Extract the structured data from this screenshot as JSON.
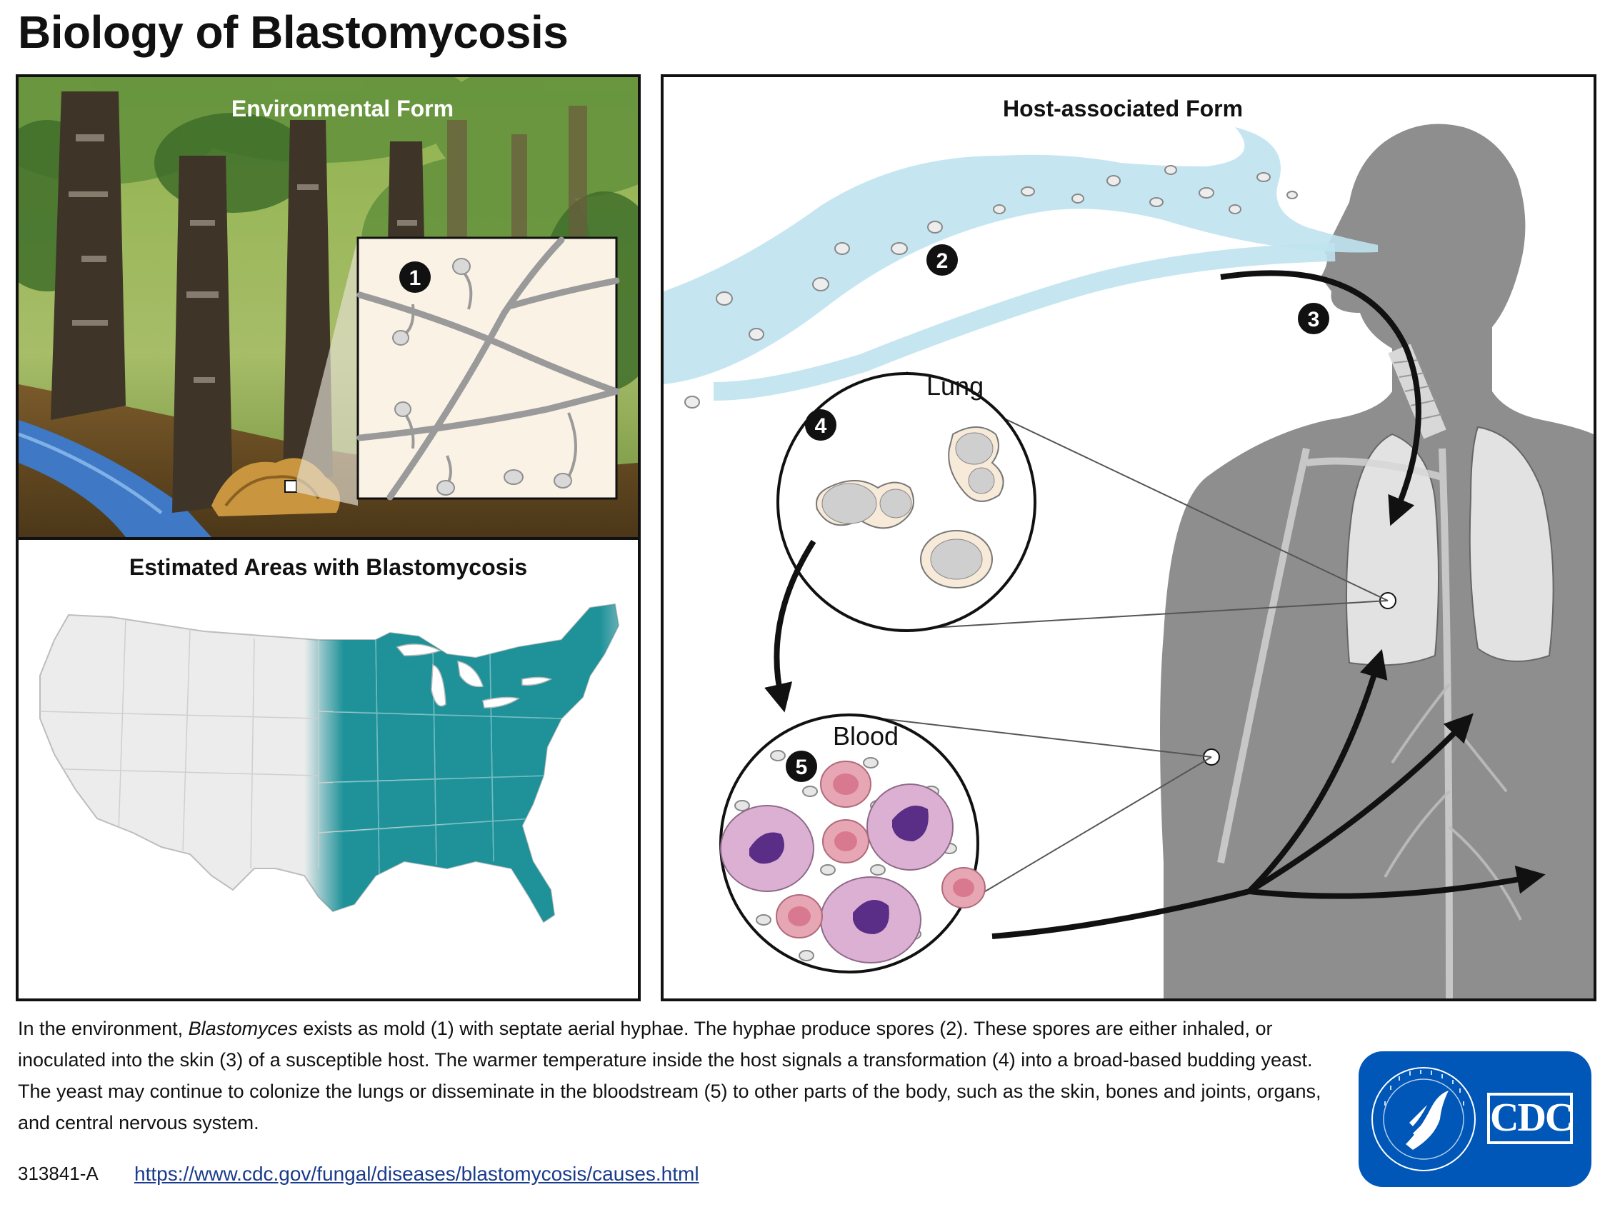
{
  "title": "Biology of Blastomycosis",
  "panels": {
    "environmental": {
      "label": "Environmental Form"
    },
    "map": {
      "label": "Estimated Areas with Blastomycosis"
    },
    "host": {
      "label": "Host-associated Form"
    }
  },
  "steps": [
    "1",
    "2",
    "3",
    "4",
    "5"
  ],
  "callouts": {
    "lung": "Lung",
    "blood": "Blood"
  },
  "caption": {
    "part1": "In the environment, ",
    "italic": "Blastomyces",
    "part2": " exists as mold (1) with septate aerial hyphae. The hyphae produce spores (2). These spores are either inhaled, or inoculated into the skin (3) of a susceptible host. The warmer temperature inside the host signals a transformation (4) into a broad-based budding yeast. The yeast may continue to colonize the lungs or disseminate in the bloodstream (5) to other parts of the body, such as the skin, bones and joints, organs, and central nervous system."
  },
  "footer": {
    "code": "313841-A",
    "url": "https://www.cdc.gov/fungal/diseases/blastomycosis/causes.html"
  },
  "logo": {
    "text": "CDC",
    "hhs_icon": "hhs-eagle-icon"
  },
  "colors": {
    "map_endemic": "#1e9199",
    "map_land": "#ececec",
    "spore_stream": "#bfe3ef",
    "body_gray": "#8e8e8e",
    "neutrophil": "#dcb0d2",
    "nucleus": "#5a2d86",
    "rbc": "#e7a6b4",
    "cdc_blue": "#0057b8"
  }
}
